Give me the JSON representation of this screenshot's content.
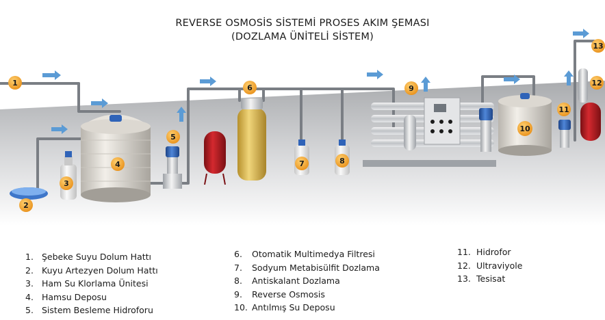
{
  "title": {
    "line1": "REVERSE OSMOSİS SİSTEMİ PROSES AKIM ŞEMASI",
    "line2": "(DOZLAMA ÜNİTELİ SİSTEM)"
  },
  "badges": [
    "1",
    "2",
    "3",
    "4",
    "5",
    "6",
    "7",
    "8",
    "9",
    "10",
    "11",
    "12",
    "13"
  ],
  "legend": [
    {
      "num": "1.",
      "label": "Şebeke Suyu Dolum Hattı"
    },
    {
      "num": "2.",
      "label": "Kuyu Artezyen Dolum Hattı"
    },
    {
      "num": "3.",
      "label": "Ham Su Klorlama Ünitesi"
    },
    {
      "num": "4.",
      "label": "Hamsu Deposu"
    },
    {
      "num": "5.",
      "label": "Sistem Besleme Hidroforu"
    },
    {
      "num": "6.",
      "label": "Otomatik Multimedya Filtresi"
    },
    {
      "num": "7.",
      "label": "Sodyum Metabisülfit Dozlama"
    },
    {
      "num": "8.",
      "label": "Antiskalant Dozlama"
    },
    {
      "num": "9.",
      "label": "Reverse Osmosis"
    },
    {
      "num": "10.",
      "label": "Antılmış Su Deposu"
    },
    {
      "num": "11.",
      "label": "Hidrofor"
    },
    {
      "num": "12.",
      "label": "Ultraviyole"
    },
    {
      "num": "13.",
      "label": "Tesisat"
    }
  ],
  "colors": {
    "badge": "#f0a020",
    "pipe": "#7a7e84",
    "flow_arrow": "#5b9bd5",
    "red_tank": "#b3191f",
    "filter": "#e3c15a",
    "pump_blue": "#2f63b8"
  }
}
